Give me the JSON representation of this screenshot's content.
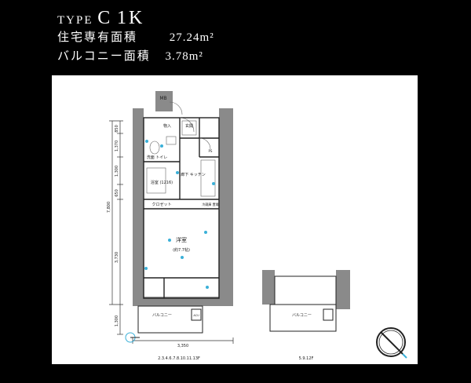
{
  "header": {
    "type_prefix": "TYPE",
    "type_letter": "C",
    "layout": "1K",
    "living_area_label": "住宅専有面積",
    "living_area_value": "27.24m²",
    "balcony_area_label": "バルコニー面積",
    "balcony_area_value": "3.78m²"
  },
  "plan": {
    "rooms": {
      "storage_top": "MB",
      "closet": "物入",
      "entrance": "玄関",
      "washroom": "洗面\nトイレ",
      "bathroom": "浴室\n(1216)",
      "hall": "廊下\nキッチン",
      "walkin": "クロゼット",
      "storage_side": "冷蔵庫\n置場",
      "western_room": "洋室",
      "western_room_size": "(約7.7帖)",
      "balcony_main": "バルコニー",
      "balcony_alt": "バルコニー",
      "ac_mark": "ACU",
      "ps_mark": "PS"
    },
    "dimensions": {
      "left_segments": [
        "850",
        "1,370",
        "1,300",
        "650",
        "3,730"
      ],
      "left_total": "7,800",
      "balcony_depth": "1,300",
      "width": "3,350"
    },
    "floor_labels": {
      "main": "2.3.4.6.7.8.10.11.13F",
      "alt": "5.9.12F"
    },
    "compass": "N"
  }
}
